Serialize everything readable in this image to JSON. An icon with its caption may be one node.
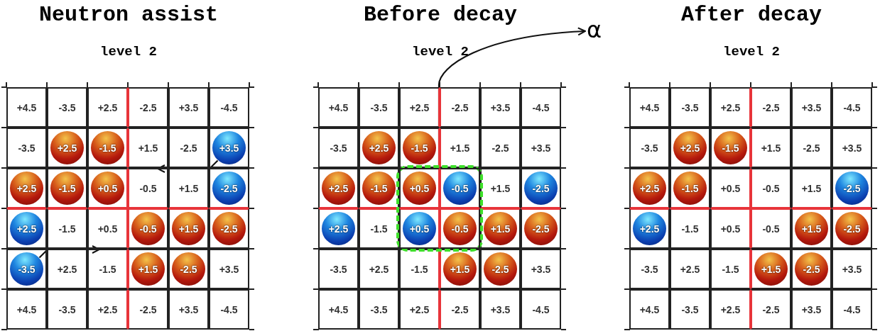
{
  "diagram": {
    "nodes": [
      {
        "text": [
          "Neutron assist",
          "level 2"
        ]
      },
      {
        "text": [
          "+4.5"
        ],
        "in": 0
      },
      {
        "text": [
          "-3.5"
        ],
        "in": 0
      },
      {
        "text": [
          "+2.5"
        ],
        "in": 0
      },
      {
        "text": [
          "-2.5"
        ],
        "in": 0
      },
      {
        "text": [
          "+3.5"
        ],
        "in": 0
      },
      {
        "text": [
          "-4.5"
        ],
        "in": 0
      },
      {
        "text": [
          "-3.5"
        ],
        "in": 0
      },
      {
        "text": [
          "+2.5"
        ],
        "in": 0
      },
      {
        "text": [
          "-1.5"
        ],
        "in": 0
      },
      {
        "text": [
          "+1.5"
        ],
        "in": 0
      },
      {
        "text": [
          "-2.5"
        ],
        "in": 0
      },
      {
        "text": [
          "+3.5"
        ],
        "in": 0
      },
      {
        "text": [
          "+2.5"
        ],
        "in": 0
      },
      {
        "text": [
          "-1.5"
        ],
        "in": 0
      },
      {
        "text": [
          "+0.5"
        ],
        "in": 0
      },
      {
        "text": [
          "-0.5"
        ],
        "in": 0
      },
      {
        "text": [
          "+1.5"
        ],
        "in": 0
      },
      {
        "text": [
          "-2.5"
        ],
        "in": 0
      },
      {
        "text": [
          "+2.5"
        ],
        "in": 0
      },
      {
        "text": [
          "-1.5"
        ],
        "in": 0
      },
      {
        "text": [
          "+0.5"
        ],
        "in": 0
      },
      {
        "text": [
          "-0.5"
        ],
        "in": 0
      },
      {
        "text": [
          "+1.5"
        ],
        "in": 0
      },
      {
        "text": [
          "-2.5"
        ],
        "in": 0
      },
      {
        "text": [
          "-3.5"
        ],
        "in": 0
      },
      {
        "text": [
          "+2.5"
        ],
        "in": 0
      },
      {
        "text": [
          "-1.5"
        ],
        "in": 0
      },
      {
        "text": [
          "+1.5"
        ],
        "in": 0
      },
      {
        "text": [
          "-2.5"
        ],
        "in": 0
      },
      {
        "text": [
          "+3.5"
        ],
        "in": 0
      },
      {
        "text": [
          "+4.5"
        ],
        "in": 0
      },
      {
        "text": [
          "-3.5"
        ],
        "in": 0
      },
      {
        "text": [
          "+2.5"
        ],
        "in": 0
      },
      {
        "text": [
          "-2.5"
        ],
        "in": 0
      },
      {
        "text": [
          "+3.5"
        ],
        "in": 0
      },
      {
        "text": [
          "-4.5"
        ],
        "in": 0
      },
      {
        "text": [
          "Before decay",
          "level 2"
        ]
      },
      {
        "text": [],
        "shape": "box",
        "in": 37
      },
      {
        "text": [
          "+4.5"
        ],
        "in": 37
      },
      {
        "text": [
          "-3.5"
        ],
        "in": 37
      },
      {
        "text": [
          "+2.5"
        ],
        "in": 37
      },
      {
        "text": [
          "-2.5"
        ],
        "in": 37
      },
      {
        "text": [
          "+3.5"
        ],
        "in": 37
      },
      {
        "text": [
          "-4.5"
        ],
        "in": 37
      },
      {
        "text": [
          "-3.5"
        ],
        "in": 37
      },
      {
        "text": [
          "+2.5"
        ],
        "in": 37
      },
      {
        "text": [
          "-1.5"
        ],
        "in": 37
      },
      {
        "text": [
          "+1.5"
        ],
        "in": 37
      },
      {
        "text": [
          "-2.5"
        ],
        "in": 37
      },
      {
        "text": [
          "+3.5"
        ],
        "in": 37
      },
      {
        "text": [
          "+2.5"
        ],
        "in": 37
      },
      {
        "text": [
          "-1.5"
        ],
        "in": 37
      },
      {
        "text": [
          "+0.5"
        ],
        "in": 38
      },
      {
        "text": [
          "-0.5"
        ],
        "in": 38
      },
      {
        "text": [
          "+1.5"
        ],
        "in": 37
      },
      {
        "text": [
          "-2.5"
        ],
        "in": 37
      },
      {
        "text": [
          "+2.5"
        ],
        "in": 37
      },
      {
        "text": [
          "-1.5"
        ],
        "in": 37
      },
      {
        "text": [
          "+0.5"
        ],
        "in": 38
      },
      {
        "text": [
          "-0.5"
        ],
        "in": 38
      },
      {
        "text": [
          "+1.5"
        ],
        "in": 37
      },
      {
        "text": [
          "-2.5"
        ],
        "in": 37
      },
      {
        "text": [
          "-3.5"
        ],
        "in": 37
      },
      {
        "text": [
          "+2.5"
        ],
        "in": 37
      },
      {
        "text": [
          "-1.5"
        ],
        "in": 37
      },
      {
        "text": [
          "+1.5"
        ],
        "in": 37
      },
      {
        "text": [
          "-2.5"
        ],
        "in": 37
      },
      {
        "text": [
          "+3.5"
        ],
        "in": 37
      },
      {
        "text": [
          "+4.5"
        ],
        "in": 37
      },
      {
        "text": [
          "-3.5"
        ],
        "in": 37
      },
      {
        "text": [
          "+2.5"
        ],
        "in": 37
      },
      {
        "text": [
          "-2.5"
        ],
        "in": 37
      },
      {
        "text": [
          "+3.5"
        ],
        "in": 37
      },
      {
        "text": [
          "-4.5"
        ],
        "in": 37
      },
      {
        "text": [
          "α"
        ]
      },
      {
        "text": [
          "After decay",
          "level 2"
        ]
      },
      {
        "text": [
          "+4.5"
        ],
        "in": 76
      },
      {
        "text": [
          "-3.5"
        ],
        "in": 76
      },
      {
        "text": [
          "+2.5"
        ],
        "in": 76
      },
      {
        "text": [
          "-2.5"
        ],
        "in": 76
      },
      {
        "text": [
          "+3.5"
        ],
        "in": 76
      },
      {
        "text": [
          "-4.5"
        ],
        "in": 76
      },
      {
        "text": [
          "-3.5"
        ],
        "in": 76
      },
      {
        "text": [
          "+2.5"
        ],
        "in": 76
      },
      {
        "text": [
          "-1.5"
        ],
        "in": 76
      },
      {
        "text": [
          "+1.5"
        ],
        "in": 76
      },
      {
        "text": [
          "-2.5"
        ],
        "in": 76
      },
      {
        "text": [
          "+3.5"
        ],
        "in": 76
      },
      {
        "text": [
          "+2.5"
        ],
        "in": 76
      },
      {
        "text": [
          "-1.5"
        ],
        "in": 76
      },
      {
        "text": [
          "+0.5"
        ],
        "in": 76
      },
      {
        "text": [
          "-0.5"
        ],
        "in": 76
      },
      {
        "text": [
          "+1.5"
        ],
        "in": 76
      },
      {
        "text": [
          "-2.5"
        ],
        "in": 76
      },
      {
        "text": [
          "+2.5"
        ],
        "in": 76
      },
      {
        "text": [
          "-1.5"
        ],
        "in": 76
      },
      {
        "text": [
          "+0.5"
        ],
        "in": 76
      },
      {
        "text": [
          "-0.5"
        ],
        "in": 76
      },
      {
        "text": [
          "+1.5"
        ],
        "in": 76
      },
      {
        "text": [
          "-2.5"
        ],
        "in": 76
      },
      {
        "text": [
          "-3.5"
        ],
        "in": 76
      },
      {
        "text": [
          "+2.5"
        ],
        "in": 76
      },
      {
        "text": [
          "-1.5"
        ],
        "in": 76
      },
      {
        "text": [
          "+1.5"
        ],
        "in": 76
      },
      {
        "text": [
          "-2.5"
        ],
        "in": 76
      },
      {
        "text": [
          "+3.5"
        ],
        "in": 76
      },
      {
        "text": [
          "+4.5"
        ],
        "in": 76
      },
      {
        "text": [
          "-3.5"
        ],
        "in": 76
      },
      {
        "text": [
          "+2.5"
        ],
        "in": 76
      },
      {
        "text": [
          "-2.5"
        ],
        "in": 76
      },
      {
        "text": [
          "+3.5"
        ],
        "in": 76
      },
      {
        "text": [
          "-4.5"
        ],
        "in": 76
      }
    ],
    "edges": [
      {
        "from": 12,
        "to": 16,
        "arrow": "to"
      },
      {
        "from": 25,
        "to": 21,
        "arrow": "to"
      },
      {
        "from": 38,
        "to": 75,
        "arrow": "to"
      }
    ]
  }
}
